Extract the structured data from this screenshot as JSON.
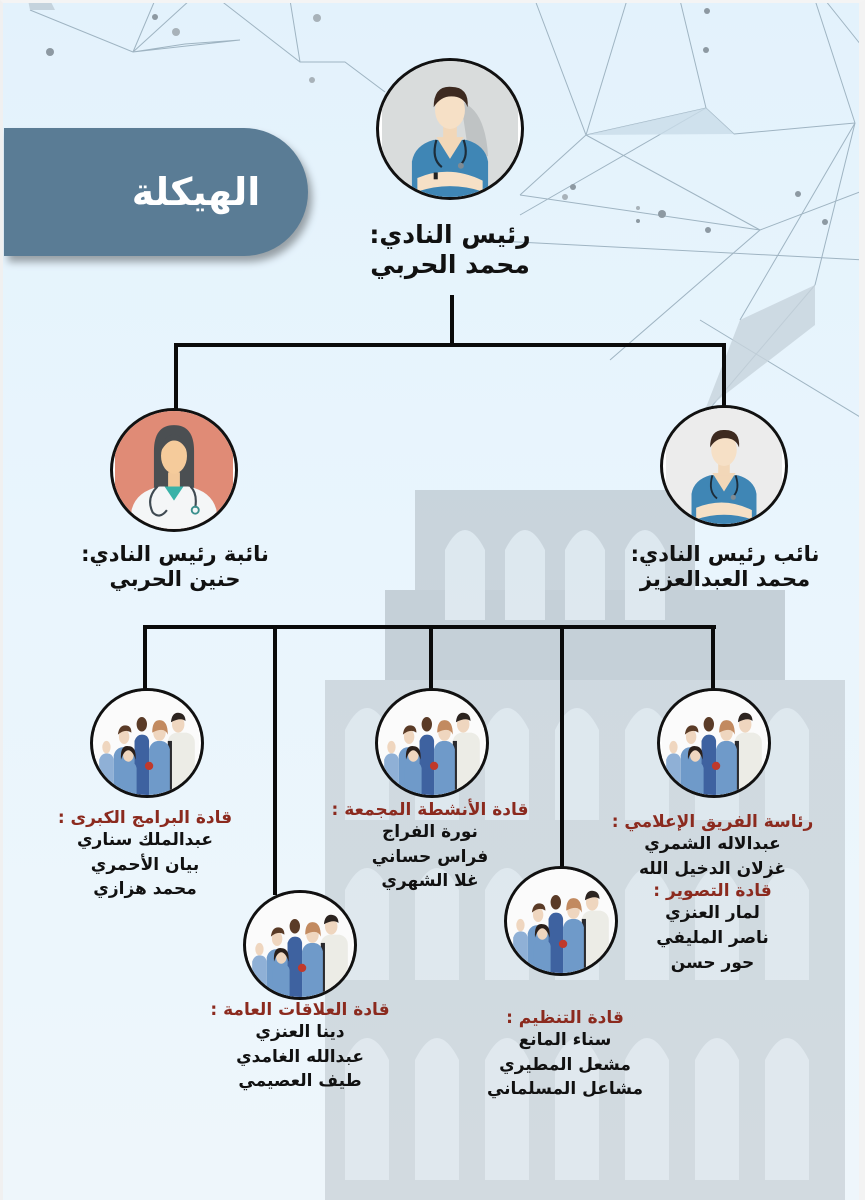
{
  "title": "الهيكلة",
  "colors": {
    "background": "#e6f3fb",
    "title_pill": "#5a7c95",
    "title_text": "#ffffff",
    "connector": "#0a0a0a",
    "role_accent": "#8b2a1e",
    "name_text": "#111111"
  },
  "president": {
    "role": "رئيس النادي:",
    "name": "محمد الحربي",
    "avatar_icon": "male-doctor-icon"
  },
  "vice_presidents": [
    {
      "role": "نائب رئيس النادي:",
      "name": "محمد العبدالعزيز",
      "avatar_icon": "male-doctor-icon"
    },
    {
      "role": "نائبة رئيس النادي:",
      "name": "حنين الحربي",
      "avatar_icon": "female-doctor-icon"
    }
  ],
  "teams": [
    {
      "id": "media",
      "sections": [
        {
          "role": "رئاسة الفريق الإعلامي :",
          "members": [
            "عبدالاله الشمري",
            "غزلان الدخيل الله"
          ]
        },
        {
          "role": "قادة التصوير :",
          "members": [
            "لمار العنزي",
            "ناصر المليفي",
            "حور حسن"
          ]
        }
      ],
      "avatar_icon": "medical-team-icon"
    },
    {
      "id": "organization",
      "sections": [
        {
          "role": "قادة التنظيم :",
          "members": [
            "سناء المانع",
            "مشعل المطيري",
            "مشاعل المسلماني"
          ]
        }
      ],
      "avatar_icon": "medical-team-icon"
    },
    {
      "id": "activities",
      "sections": [
        {
          "role": "قادة الأنشطة المجمعة :",
          "members": [
            "نورة الفراج",
            "فراس حساني",
            "غلا الشهري"
          ]
        }
      ],
      "avatar_icon": "medical-team-icon"
    },
    {
      "id": "public-relations",
      "sections": [
        {
          "role": "قادة العلاقات العامة :",
          "members": [
            "دينا العنزي",
            "عبدالله الغامدي",
            "طيف العصيمي"
          ]
        }
      ],
      "avatar_icon": "medical-team-icon"
    },
    {
      "id": "major-programs",
      "sections": [
        {
          "role": "قادة البرامج الكبرى :",
          "members": [
            "عبدالملك سناري",
            "بيان الأحمري",
            "محمد هزازي"
          ]
        }
      ],
      "avatar_icon": "medical-team-icon"
    }
  ]
}
